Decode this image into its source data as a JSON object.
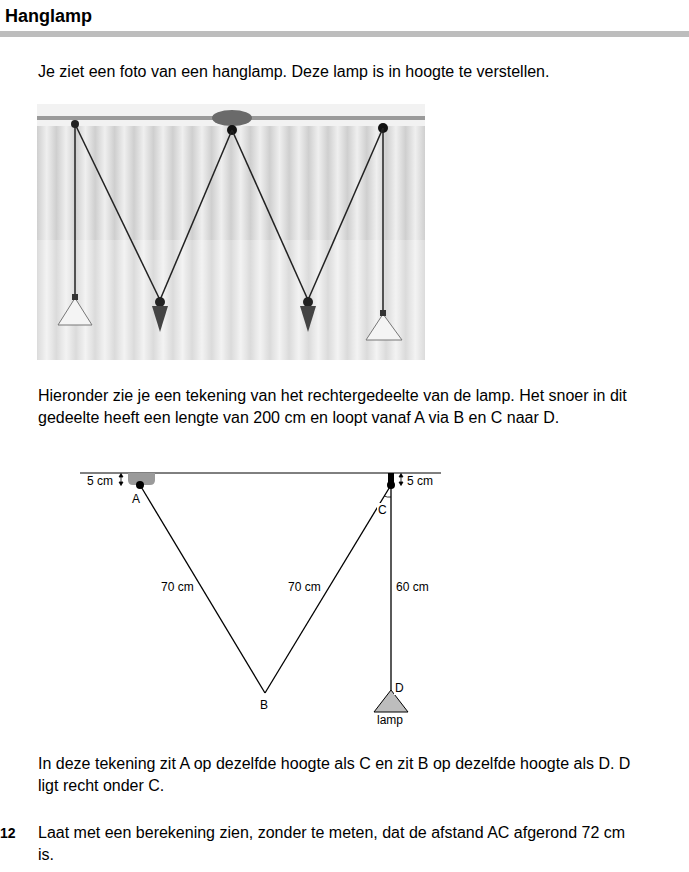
{
  "diagram": {
    "title": "Hanglamp",
    "labels": [
      "Je ziet een foto van een hanglamp. Deze lamp is in hoogte te verstellen.",
      "Hieronder zie je een tekening van het rechtergedeelte van de lamp. Het snoer in dit gedeelte heeft een lengte van 200 cm en loopt vanaf A via B en C naar D.",
      "5 cm",
      "A",
      "70 cm",
      "70 cm",
      "B",
      "C",
      "5 cm",
      "60 cm",
      "D",
      "lamp",
      "In deze tekening zit A op dezelfde hoogte als C en zit B op dezelfde hoogte als D. D ligt recht onder C.",
      "12",
      "Laat met een berekening zien, zonder te meten, dat de afstand AC afgerond 72 cm is."
    ]
  }
}
